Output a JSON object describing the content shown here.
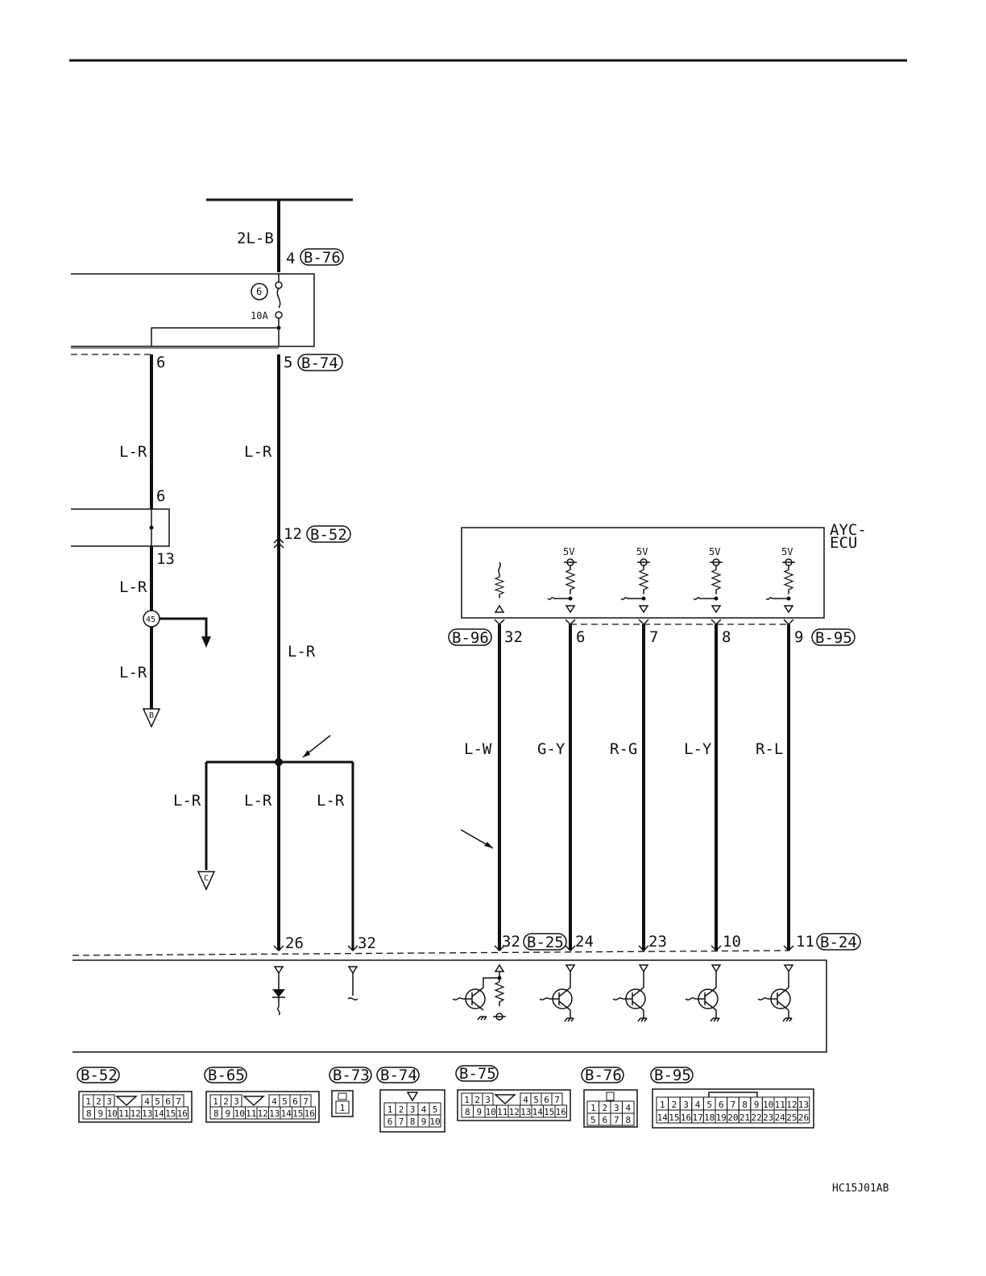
{
  "diagram": {
    "figure_code": "HC15J01AB",
    "ecu_label": [
      "AYC-",
      "ECU"
    ],
    "fuse": {
      "number": "6",
      "rating": "10A"
    },
    "splice": "45",
    "off_page": {
      "b": "B",
      "c": "C"
    },
    "wire_colors": {
      "main_top": "2L-B",
      "left_1": "L-R",
      "main_mid": "L-R",
      "left_2": "L-R",
      "left_3": "L-R",
      "main_low": "L-R",
      "branch_left": "L-R",
      "branch_mid": "L-R",
      "branch_right": "L-R",
      "sig_32": "L-W",
      "sig_6": "G-Y",
      "sig_7": "R-G",
      "sig_8": "L-Y",
      "sig_9": "R-L"
    },
    "terminals": {
      "b76_top": "4",
      "b74_main": "5",
      "b74_left": "6",
      "b65_left_top": "6",
      "b65_left_bot": "13",
      "b52_main": "12",
      "main_bottom": "26",
      "right_branch_bottom": "32",
      "ecu_32": "32",
      "ecu_6": "6",
      "ecu_7": "7",
      "ecu_8": "8",
      "ecu_9": "9",
      "bot_32": "32",
      "bot_24": "24",
      "bot_23": "23",
      "bot_10": "10",
      "bot_11": "11"
    },
    "supply_voltage": [
      "5V",
      "5V",
      "5V",
      "5V"
    ],
    "connector_tags": {
      "b76": "B-76",
      "b74": "B-74",
      "b52": "B-52",
      "b96": "B-96",
      "b95": "B-95",
      "b25": "B-25",
      "b24": "B-24"
    },
    "legend": {
      "b52": {
        "tag": "B-52",
        "row1": [
          "1",
          "2",
          "3",
          "4",
          "5",
          "6",
          "7"
        ],
        "row2": [
          "8",
          "9",
          "10",
          "11",
          "12",
          "13",
          "14",
          "15",
          "16"
        ]
      },
      "b65": {
        "tag": "B-65",
        "row1": [
          "1",
          "2",
          "3",
          "4",
          "5",
          "6",
          "7"
        ],
        "row2": [
          "8",
          "9",
          "10",
          "11",
          "12",
          "13",
          "14",
          "15",
          "16"
        ]
      },
      "b73": {
        "tag": "B-73",
        "row1": [
          "1"
        ]
      },
      "b74": {
        "tag": "B-74",
        "row1": [
          "1",
          "2",
          "3",
          "4",
          "5"
        ],
        "row2": [
          "6",
          "7",
          "8",
          "9",
          "10"
        ]
      },
      "b75": {
        "tag": "B-75",
        "row1": [
          "1",
          "2",
          "3",
          "4",
          "5",
          "6",
          "7"
        ],
        "row2": [
          "8",
          "9",
          "10",
          "11",
          "12",
          "13",
          "14",
          "15",
          "16"
        ]
      },
      "b76": {
        "tag": "B-76",
        "row1": [
          "1",
          "2",
          "3",
          "4"
        ],
        "row2": [
          "5",
          "6",
          "7",
          "8"
        ]
      },
      "b95": {
        "tag": "B-95",
        "row1": [
          "1",
          "2",
          "3",
          "4",
          "5",
          "6",
          "7",
          "8",
          "9",
          "10",
          "11",
          "12",
          "13"
        ],
        "row2": [
          "14",
          "15",
          "16",
          "17",
          "18",
          "19",
          "20",
          "21",
          "22",
          "23",
          "24",
          "25",
          "26"
        ]
      }
    }
  }
}
